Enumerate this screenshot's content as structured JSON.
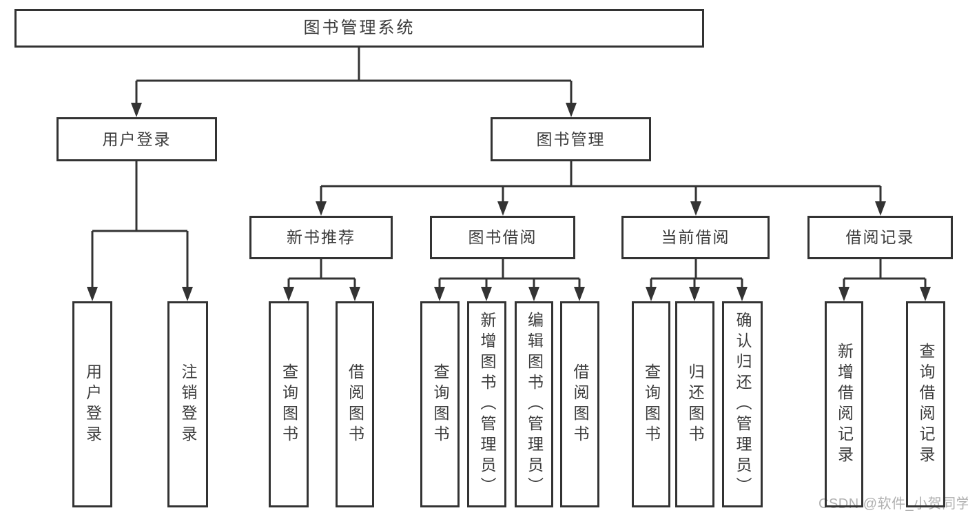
{
  "diagram": {
    "title": "图书管理系统",
    "level2": [
      {
        "label": "用户登录"
      },
      {
        "label": "图书管理"
      }
    ],
    "level3": [
      {
        "label": "新书推荐",
        "parent": "图书管理"
      },
      {
        "label": "图书借阅",
        "parent": "图书管理"
      },
      {
        "label": "当前借阅",
        "parent": "图书管理"
      },
      {
        "label": "借阅记录",
        "parent": "图书管理"
      }
    ],
    "leaves": [
      {
        "label": "用户登录",
        "parent": "用户登录"
      },
      {
        "label": "注销登录",
        "parent": "用户登录"
      },
      {
        "label": "查询图书",
        "parent": "新书推荐"
      },
      {
        "label": "借阅图书",
        "parent": "新书推荐"
      },
      {
        "label": "查询图书",
        "parent": "图书借阅"
      },
      {
        "label": "新增图书（管理员）",
        "parent": "图书借阅"
      },
      {
        "label": "编辑图书（管理员）",
        "parent": "图书借阅"
      },
      {
        "label": "借阅图书",
        "parent": "图书借阅"
      },
      {
        "label": "查询图书",
        "parent": "当前借阅"
      },
      {
        "label": "归还图书",
        "parent": "当前借阅"
      },
      {
        "label": "确认归还（管理员）",
        "parent": "当前借阅"
      },
      {
        "label": "新增借阅记录",
        "parent": "借阅记录"
      },
      {
        "label": "查询借阅记录",
        "parent": "借阅记录"
      }
    ],
    "watermark": "CSDN @软件_小贺同学",
    "colors": {
      "line": "#333333",
      "text": "#3c3c3c",
      "watermark": "#b0b0b0",
      "background": "#ffffff"
    }
  }
}
